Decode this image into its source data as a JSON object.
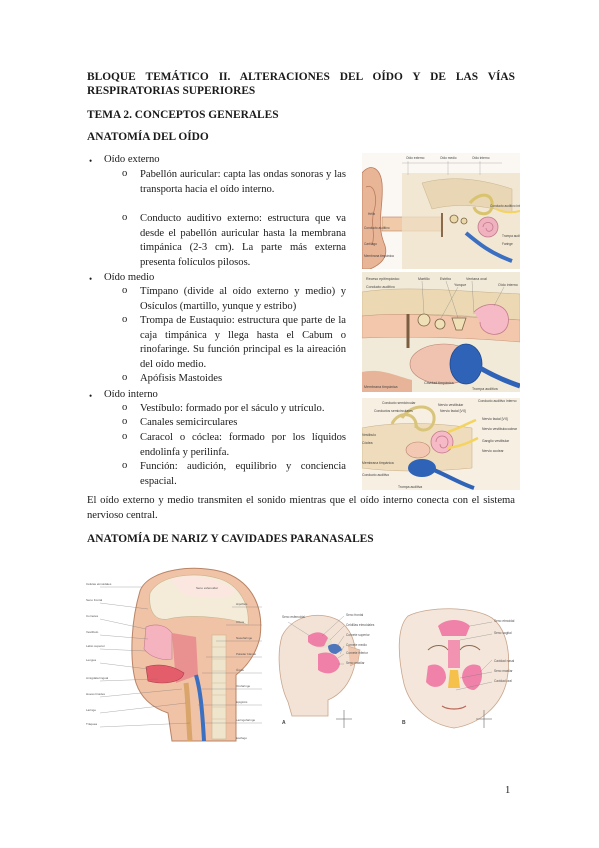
{
  "heading_block": "BLOQUE TEMÁTICO II. ALTERACIONES DEL OÍDO Y DE LAS VÍAS RESPIRATORIAS SUPERIORES",
  "heading_tema": "TEMA 2. CONCEPTOS GENERALES",
  "heading_anatomia_oido": "ANATOMÍA DEL OÍDO",
  "bullet_glyph": "•",
  "sub_glyph": "o",
  "oido_externo": {
    "title": "Oído externo",
    "items": [
      "Pabellón auricular: capta las ondas sonoras y las transporta hacia el oído interno.",
      "Conducto auditivo externo: estructura que va desde el pabellón auricular hasta la membrana timpánica (2-3 cm). La parte más externa presenta folículos pilosos."
    ]
  },
  "oido_medio": {
    "title": "Oído medio",
    "items": [
      "Tímpano (divide al oído externo y medio) y Osículos (martillo, yunque y estribo)",
      "Trompa de Eustaquio: estructura que parte de la caja timpánica y llega hasta el Cabum o rinofaringe. Su función principal es la aireación del oído medio.",
      "Apófisis Mastoides"
    ]
  },
  "oido_interno": {
    "title": "Oído interno",
    "items": [
      "Vestíbulo: formado por el sáculo y utrículo.",
      "Canales semicirculares",
      "Caracol o cóclea: formado por los líquidos endolinfa y perilinfa.",
      "Función: audición, equilibrio y conciencia espacial."
    ]
  },
  "paragraph": "El oído externo y medio transmiten el sonido mientras que el oído interno conecta con el sistema nervioso central.",
  "heading_nariz": "ANATOMÍA DE NARIZ Y CAVIDADES PARANASALES",
  "page_number": "1",
  "colors": {
    "text": "#1a1a1a",
    "skin": "#e8b89a",
    "cartilage": "#f2a7b8",
    "bone": "#f3ead6",
    "nerve": "#f4d35e",
    "tube_blue": "#3b6fc2",
    "sinus_pink": "#ef6fa0"
  }
}
